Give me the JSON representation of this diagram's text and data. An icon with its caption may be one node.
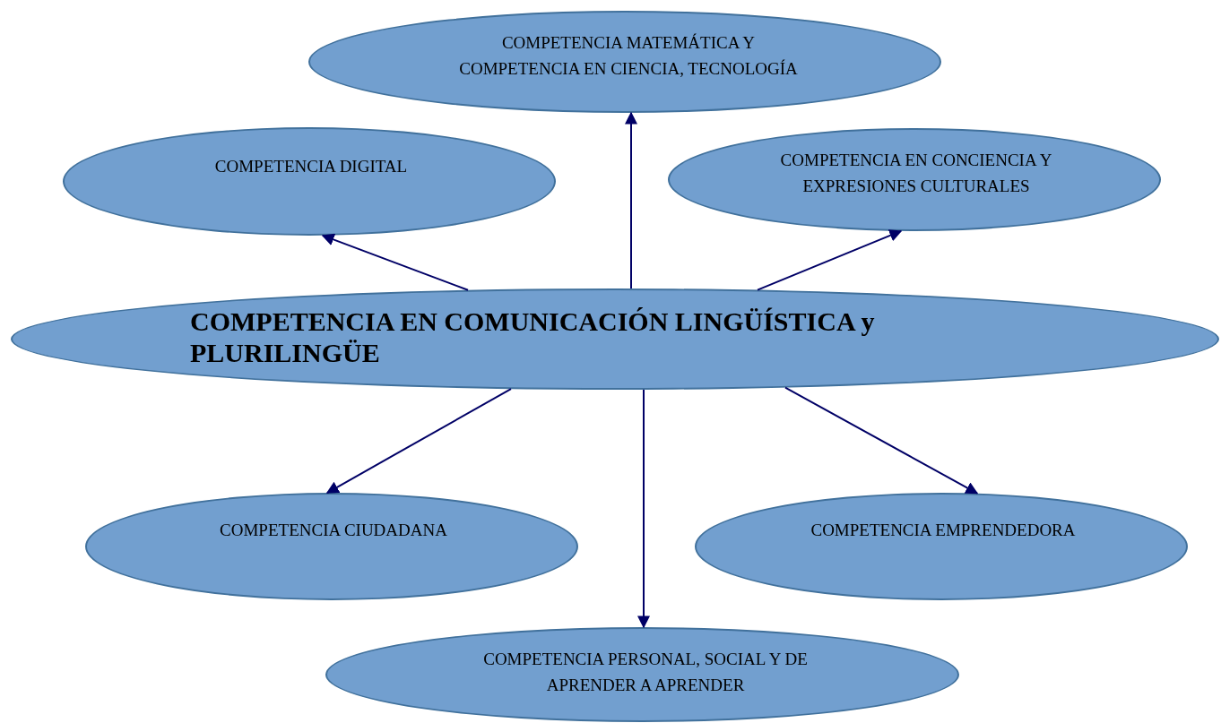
{
  "diagram": {
    "nodes": [
      {
        "text": [
          "COMPETENCIA MATEMÁTICA Y COMPETENCIA EN CIENCIA, TECNOLOGÍA"
        ]
      },
      {
        "text": [
          "COMPETENCIA DIGITAL"
        ]
      },
      {
        "text": [
          "COMPETENCIA EN CONCIENCIA Y EXPRESIONES CULTURALES"
        ]
      },
      {
        "text": [
          "COMPETENCIA EN COMUNICACIÓN LINGÜÍSTICA y PLURILINGÜE"
        ]
      },
      {
        "text": [
          "COMPETENCIA CIUDADANA"
        ]
      },
      {
        "text": [
          "COMPETENCIA EMPRENDEDORA"
        ]
      },
      {
        "text": [
          "COMPETENCIA PERSONAL, SOCIAL Y DE APRENDER A APRENDER"
        ]
      }
    ],
    "edges": [
      {
        "from": 3,
        "to": 1,
        "arrow": "to"
      },
      {
        "from": 3,
        "to": 0,
        "arrow": "to"
      },
      {
        "from": 3,
        "to": 2,
        "arrow": "to"
      },
      {
        "from": 3,
        "to": 4,
        "arrow": "to"
      },
      {
        "from": 3,
        "to": 6,
        "arrow": "to"
      },
      {
        "from": 3,
        "to": 5,
        "arrow": "to"
      }
    ]
  }
}
